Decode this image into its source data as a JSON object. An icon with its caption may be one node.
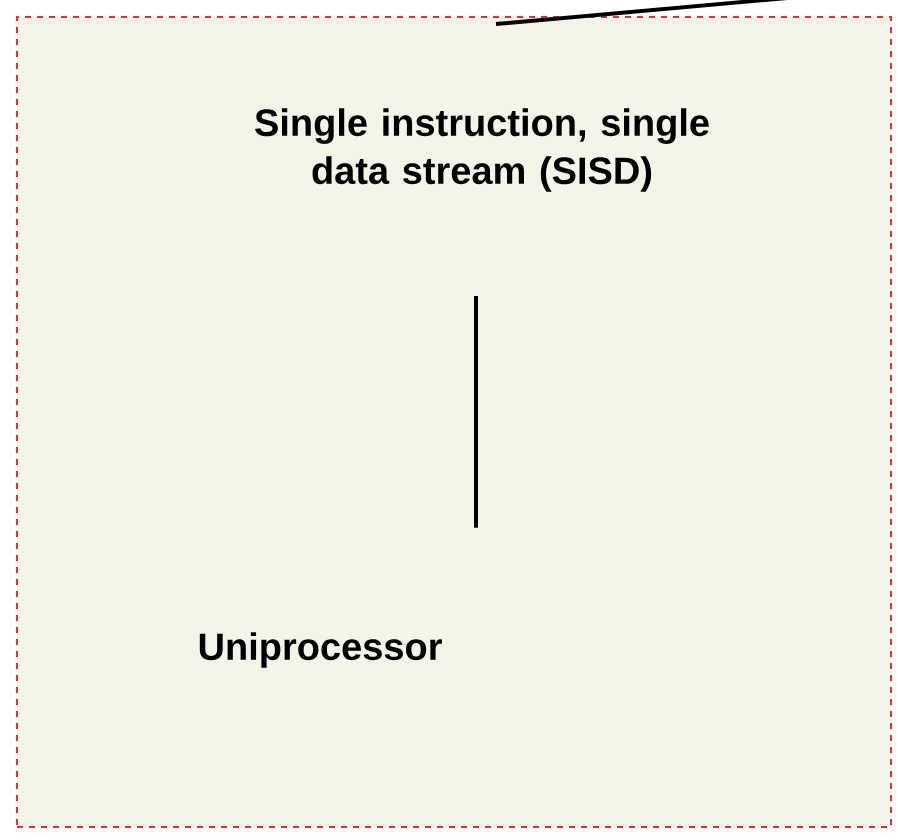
{
  "diagram": {
    "nodes": [
      {
        "text": [],
        "shape": "box"
      },
      {
        "text": [
          "Single instruction, single data stream (SISD)"
        ],
        "in": 0
      },
      {
        "text": [
          "Uniprocessor"
        ],
        "in": 0
      }
    ],
    "edges": [
      {
        "from": null,
        "to": 0,
        "arrow": "none"
      },
      {
        "from": 1,
        "to": 2,
        "arrow": "none"
      }
    ]
  }
}
